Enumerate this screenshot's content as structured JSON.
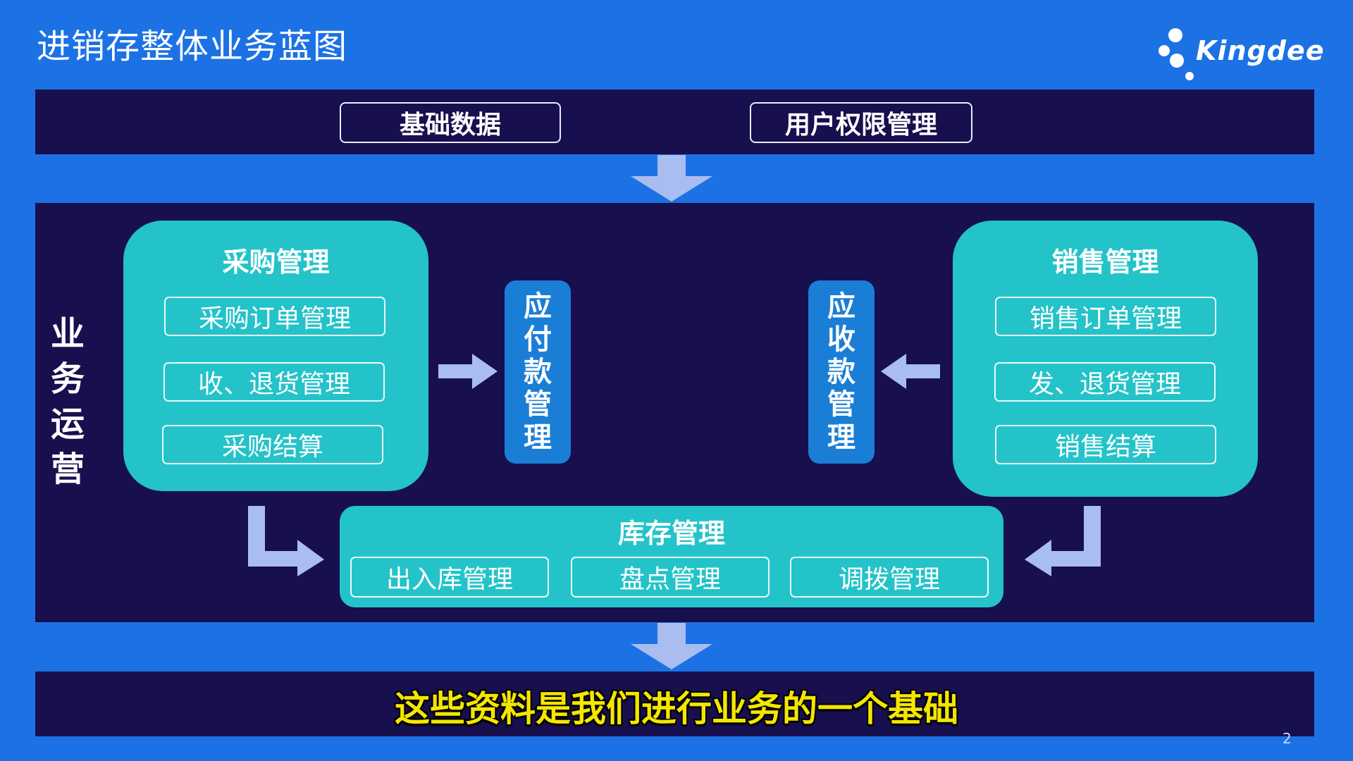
{
  "title": "进销存整体业务蓝图",
  "logo": {
    "text": "Kingdee",
    "icon": "kingdee-dots-logo"
  },
  "top_band": {
    "items": [
      "基础数据",
      "用户权限管理"
    ]
  },
  "business_ops": {
    "label": [
      "业",
      "务",
      "运",
      "营"
    ]
  },
  "purchase": {
    "title": "采购管理",
    "items": [
      "采购订单管理",
      "收、退货管理",
      "采购结算"
    ]
  },
  "sales": {
    "title": "销售管理",
    "items": [
      "销售订单管理",
      "发、退货管理",
      "销售结算"
    ]
  },
  "payable": {
    "chars": [
      "应",
      "付",
      "款",
      "管",
      "理"
    ]
  },
  "receivable": {
    "chars": [
      "应",
      "收",
      "款",
      "管",
      "理"
    ]
  },
  "inventory": {
    "title": "库存管理",
    "items": [
      "出入库管理",
      "盘点管理",
      "调拨管理"
    ]
  },
  "subtitle": "这些资料是我们进行业务的一个基础",
  "page_number": "2",
  "colors": {
    "background": "#1c72e4",
    "band": "#170f4e",
    "teal": "#23c3c9",
    "blue_column": "#1a7ed6",
    "arrow": "#a9bdf0",
    "subtitle": "#f4e600"
  }
}
